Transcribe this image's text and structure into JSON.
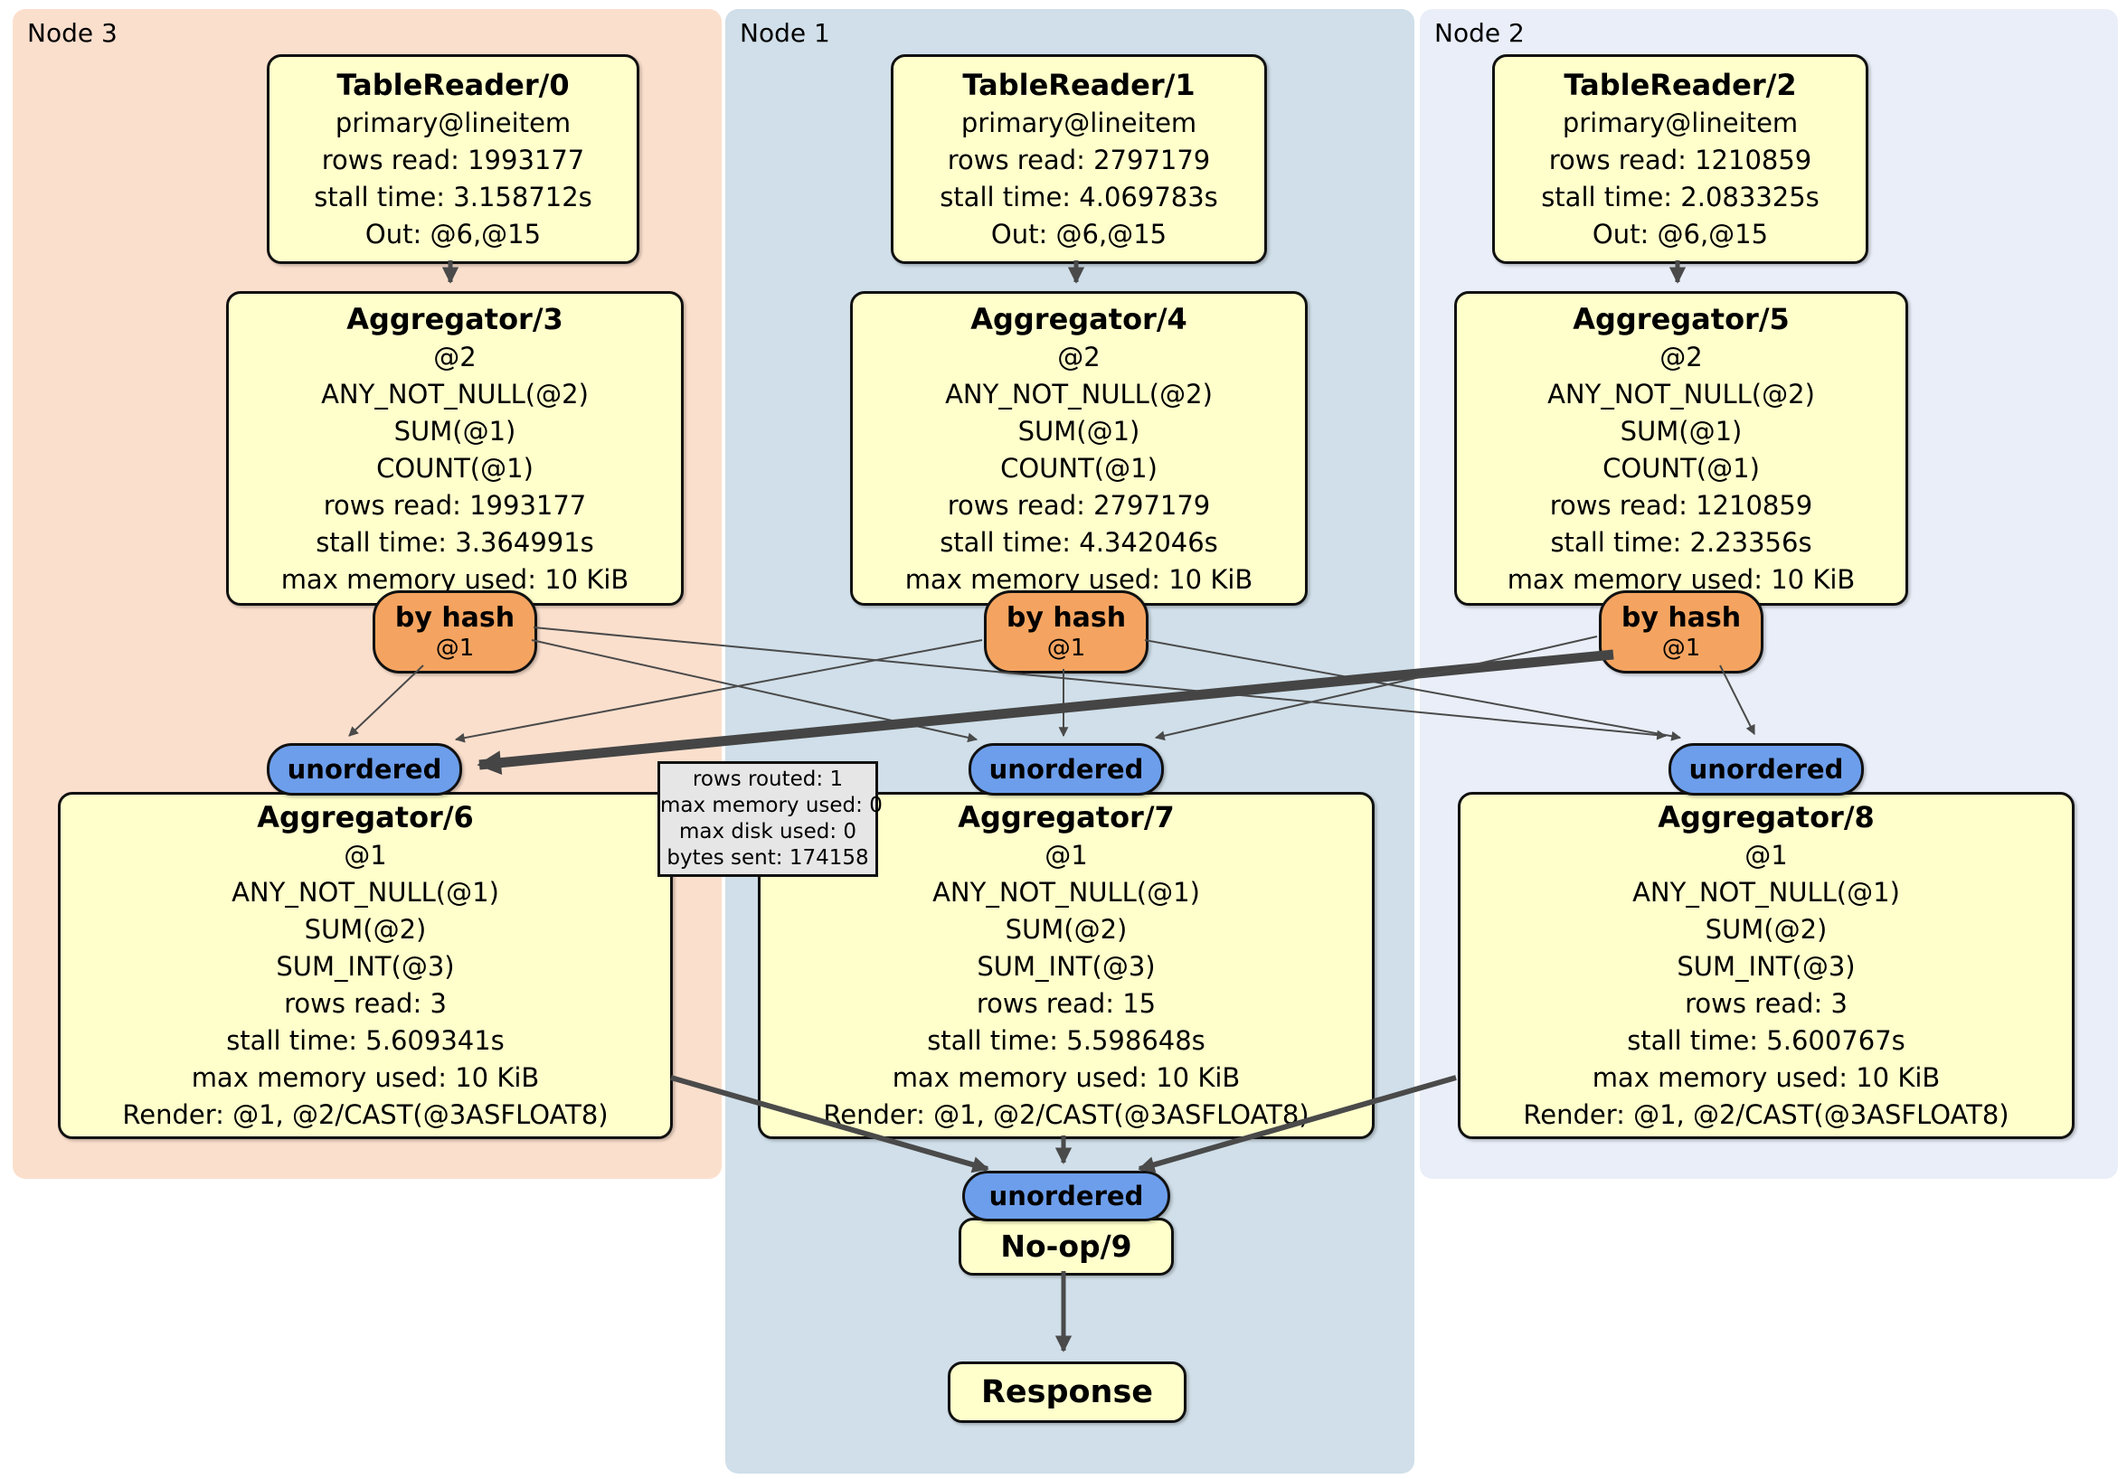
{
  "panels": {
    "node3": {
      "label": "Node 3"
    },
    "node1": {
      "label": "Node 1"
    },
    "node2": {
      "label": "Node 2"
    }
  },
  "nodes": {
    "tr0": {
      "title": "TableReader/0",
      "lines": [
        "primary@lineitem",
        "rows read: 1993177",
        "stall time: 3.158712s",
        "Out: @6,@15"
      ]
    },
    "tr1": {
      "title": "TableReader/1",
      "lines": [
        "primary@lineitem",
        "rows read: 2797179",
        "stall time: 4.069783s",
        "Out: @6,@15"
      ]
    },
    "tr2": {
      "title": "TableReader/2",
      "lines": [
        "primary@lineitem",
        "rows read: 1210859",
        "stall time: 2.083325s",
        "Out: @6,@15"
      ]
    },
    "agg3": {
      "title": "Aggregator/3",
      "lines": [
        "@2",
        "ANY_NOT_NULL(@2)",
        "SUM(@1)",
        "COUNT(@1)",
        "rows read: 1993177",
        "stall time: 3.364991s",
        "max memory used: 10 KiB"
      ]
    },
    "agg4": {
      "title": "Aggregator/4",
      "lines": [
        "@2",
        "ANY_NOT_NULL(@2)",
        "SUM(@1)",
        "COUNT(@1)",
        "rows read: 2797179",
        "stall time: 4.342046s",
        "max memory used: 10 KiB"
      ]
    },
    "agg5": {
      "title": "Aggregator/5",
      "lines": [
        "@2",
        "ANY_NOT_NULL(@2)",
        "SUM(@1)",
        "COUNT(@1)",
        "rows read: 1210859",
        "stall time: 2.23356s",
        "max memory used: 10 KiB"
      ]
    },
    "agg6": {
      "title": "Aggregator/6",
      "lines": [
        "@1",
        "ANY_NOT_NULL(@1)",
        "SUM(@2)",
        "SUM_INT(@3)",
        "rows read: 3",
        "stall time: 5.609341s",
        "max memory used: 10 KiB",
        "Render: @1, @2/CAST(@3ASFLOAT8)"
      ]
    },
    "agg7": {
      "title": "Aggregator/7",
      "lines": [
        "@1",
        "ANY_NOT_NULL(@1)",
        "SUM(@2)",
        "SUM_INT(@3)",
        "rows read: 15",
        "stall time: 5.598648s",
        "max memory used: 10 KiB",
        "Render: @1, @2/CAST(@3ASFLOAT8)"
      ]
    },
    "agg8": {
      "title": "Aggregator/8",
      "lines": [
        "@1",
        "ANY_NOT_NULL(@1)",
        "SUM(@2)",
        "SUM_INT(@3)",
        "rows read: 3",
        "stall time: 5.600767s",
        "max memory used: 10 KiB",
        "Render: @1, @2/CAST(@3ASFLOAT8)"
      ]
    },
    "byhash": {
      "label": "by hash",
      "sub": "@1"
    },
    "unordered": {
      "label": "unordered"
    },
    "noop": {
      "title": "No-op/9"
    },
    "response": {
      "title": "Response"
    }
  },
  "tooltip": {
    "lines": [
      "rows routed: 1",
      "max memory used: 0",
      "max disk used: 0",
      "bytes sent: 174158"
    ]
  },
  "colors": {
    "panel_node3": "#fbdfcd",
    "panel_node1": "#d0dfe9",
    "panel_node2": "#e9eef8",
    "node_fill": "#ffffcc",
    "router_fill": "#f4a460",
    "sync_fill": "#6d9eeb",
    "edge": "#4a4a4a",
    "tooltip_fill": "#e6e6e6"
  }
}
